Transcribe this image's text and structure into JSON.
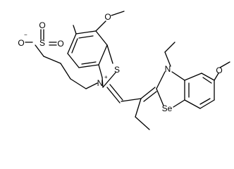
{
  "atom_labels": {
    "methoxy_oxygen_top": "O",
    "sulfonate_oxygen_top": "O",
    "sulfonate_sulfur": "S",
    "sulfonate_oxygen_bottom": "O",
    "sulfonate_oxygen_left": "O",
    "thiazolium_sulfur": "S",
    "thiazolium_nitrogen": "N",
    "selenazoline_nitrogen": "N",
    "methoxy_oxygen_right": "O",
    "selenium": "Se"
  },
  "charges": {
    "sulfonate_oxygen_left": "−",
    "thiazolium_nitrogen": "+"
  }
}
